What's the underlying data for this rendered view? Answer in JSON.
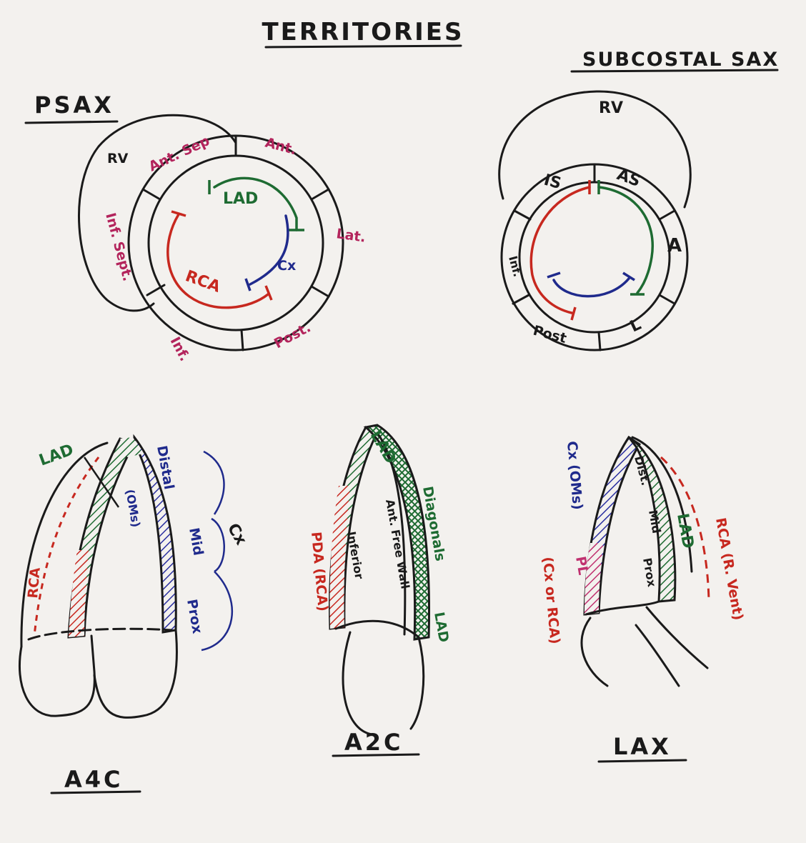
{
  "title": "TERRITORIES",
  "colors": {
    "ink": "#1a1a1a",
    "lad": "#1e6b32",
    "rca": "#c7281f",
    "cx": "#1f2a8c",
    "segment_label": "#b3245c",
    "paper": "#f3f1ee"
  },
  "psax": {
    "heading": "PSAX",
    "rv": "RV",
    "segments": {
      "ant_sep": "Ant. Sep",
      "ant": "Ant.",
      "lat": "Lat.",
      "post": "Post.",
      "inf": "Inf.",
      "inf_sept": "Inf. Sept."
    },
    "vessels": {
      "lad": "LAD",
      "cx": "Cx",
      "rca": "RCA"
    }
  },
  "subcostal_sax": {
    "heading": "SUBCOSTAL SAX",
    "rv": "RV",
    "segments": {
      "is": "IS",
      "as": "AS",
      "a": "A",
      "l": "L",
      "post": "Post",
      "inf": "Inf."
    }
  },
  "a4c": {
    "label": "A4C",
    "lad": "LAD",
    "rca": "RCA",
    "cx_group": "Cx",
    "distal": "Distal",
    "oms": "(OMs)",
    "mid": "Mid",
    "prox": "Prox"
  },
  "a2c": {
    "label": "A2C",
    "lad_top": "LAD",
    "diagonals": "Diagonals",
    "ant_free_wall": "Ant. Free Wall",
    "inferior": "Inferior",
    "pda": "PDA (RCA)",
    "lad_bottom": "LAD"
  },
  "lax": {
    "label": "LAX",
    "cx_oms": "Cx (OMs)",
    "dist": "Dist.",
    "lad": "LAD",
    "mid": "Mid",
    "prox": "Prox",
    "rca_rvent": "RCA (R. Vent)",
    "pl": "PL",
    "cx_or_rca": "(Cx or RCA)"
  }
}
